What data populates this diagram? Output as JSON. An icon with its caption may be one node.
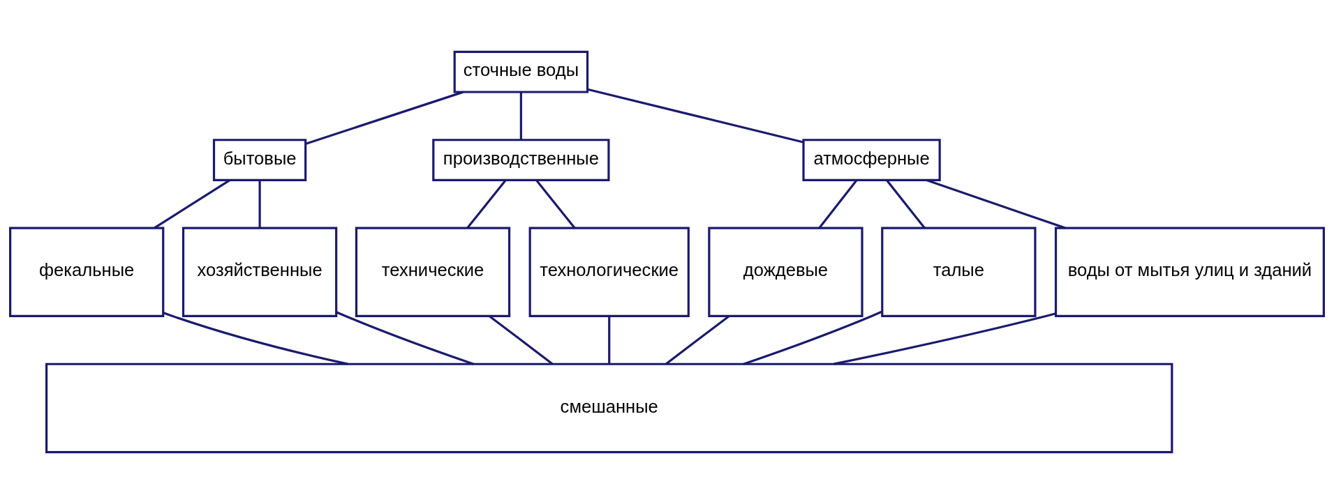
{
  "diagram": {
    "nodes": [
      {
        "text": [
          "сточные воды"
        ]
      },
      {
        "text": [
          "бытовые"
        ]
      },
      {
        "text": [
          "производственные"
        ]
      },
      {
        "text": [
          "атмосферные"
        ]
      },
      {
        "text": [
          "фекальные"
        ]
      },
      {
        "text": [
          "хозяйственные"
        ]
      },
      {
        "text": [
          "технические"
        ]
      },
      {
        "text": [
          "технологические"
        ]
      },
      {
        "text": [
          "дождевые"
        ]
      },
      {
        "text": [
          "талые"
        ]
      },
      {
        "text": [
          "воды от мытья улиц и зданий"
        ]
      },
      {
        "text": [
          "смешанные"
        ]
      }
    ],
    "edges": [
      {
        "from": 0,
        "to": 1,
        "arrow": "none"
      },
      {
        "from": 0,
        "to": 2,
        "arrow": "none"
      },
      {
        "from": 0,
        "to": 3,
        "arrow": "none"
      },
      {
        "from": 1,
        "to": 4,
        "arrow": "none"
      },
      {
        "from": 1,
        "to": 5,
        "arrow": "none"
      },
      {
        "from": 2,
        "to": 6,
        "arrow": "none"
      },
      {
        "from": 2,
        "to": 7,
        "arrow": "none"
      },
      {
        "from": 3,
        "to": 8,
        "arrow": "none"
      },
      {
        "from": 3,
        "to": 9,
        "arrow": "none"
      },
      {
        "from": 3,
        "to": 10,
        "arrow": "none"
      },
      {
        "from": 4,
        "to": 11,
        "arrow": "none"
      },
      {
        "from": 5,
        "to": 11,
        "arrow": "none"
      },
      {
        "from": 6,
        "to": 11,
        "arrow": "none"
      },
      {
        "from": 7,
        "to": 11,
        "arrow": "none"
      },
      {
        "from": 8,
        "to": 11,
        "arrow": "none"
      },
      {
        "from": 9,
        "to": 11,
        "arrow": "none"
      },
      {
        "from": 10,
        "to": 11,
        "arrow": "none"
      }
    ]
  }
}
